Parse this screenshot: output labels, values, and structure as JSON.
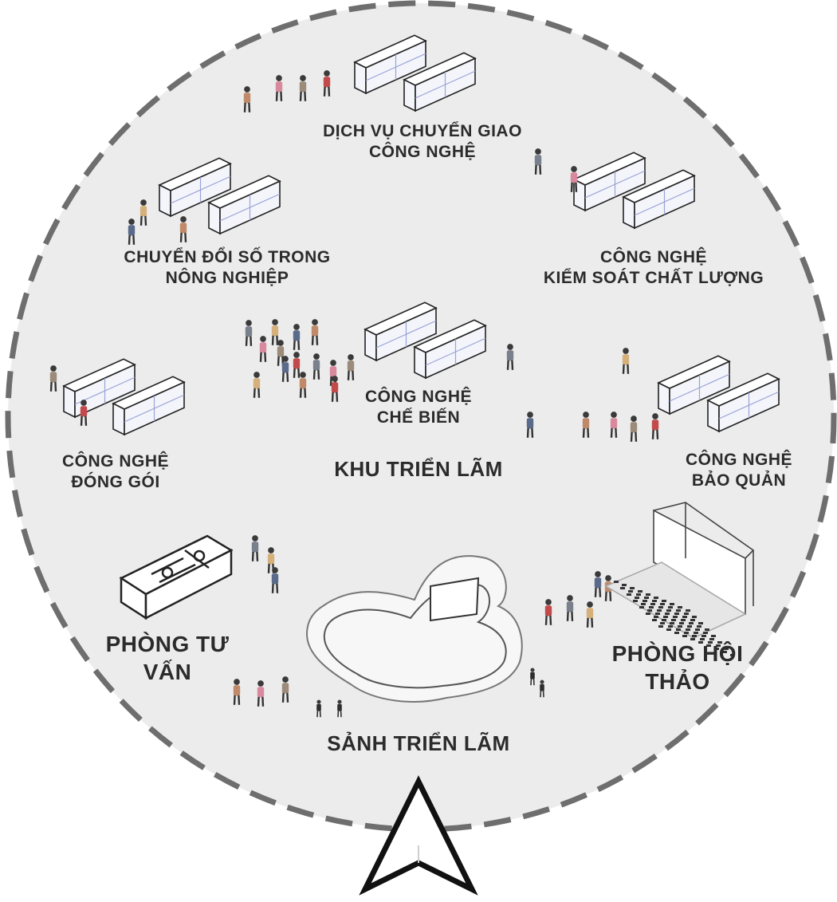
{
  "zones": {
    "transfer": {
      "line1": "DỊCH VỤ CHUYỂN GIAO",
      "line2": "CÔNG NGHỆ"
    },
    "digital": {
      "line1": "CHUYỂN ĐỔI SỐ TRONG",
      "line2": "NÔNG NGHIỆP"
    },
    "quality": {
      "line1": "CÔNG NGHỆ",
      "line2": "KIỂM SOÁT CHẤT LƯỢNG"
    },
    "processing": {
      "line1": "CÔNG NGHỆ",
      "line2": "CHẾ BIẾN"
    },
    "packaging": {
      "line1": "CÔNG NGHỆ",
      "line2": "ĐÓNG GÓI"
    },
    "preservation": {
      "line1": "CÔNG NGHỆ",
      "line2": "BẢO QUẢN"
    },
    "exhibition_area": {
      "line1": "KHU TRIỂN LÃM"
    },
    "consulting_room": {
      "line1": "PHÒNG TƯ",
      "line2": "VẤN"
    },
    "conference_room": {
      "line1": "PHÒNG HỘI",
      "line2": "THẢO"
    },
    "exhibition_hall": {
      "line1": "SẢNH TRIỂN LÃM"
    }
  },
  "colors": {
    "disc_fill": "#ececec",
    "dash_stroke": "#6e6e6e",
    "label": "#2b2b2b",
    "booth_stroke": "#222222",
    "booth_tint": "#9aa3d6",
    "person_dark": "#2e2e2e",
    "person_colors": [
      "#c08a6a",
      "#d9899e",
      "#9c8b7a",
      "#c24a4a",
      "#7a7f8c",
      "#d6b07a",
      "#5a6a8a"
    ]
  },
  "icons": {
    "entrance": "north-arrow-icon",
    "booth": "booth-pair-icon",
    "crowd": "person-figure-icon"
  }
}
